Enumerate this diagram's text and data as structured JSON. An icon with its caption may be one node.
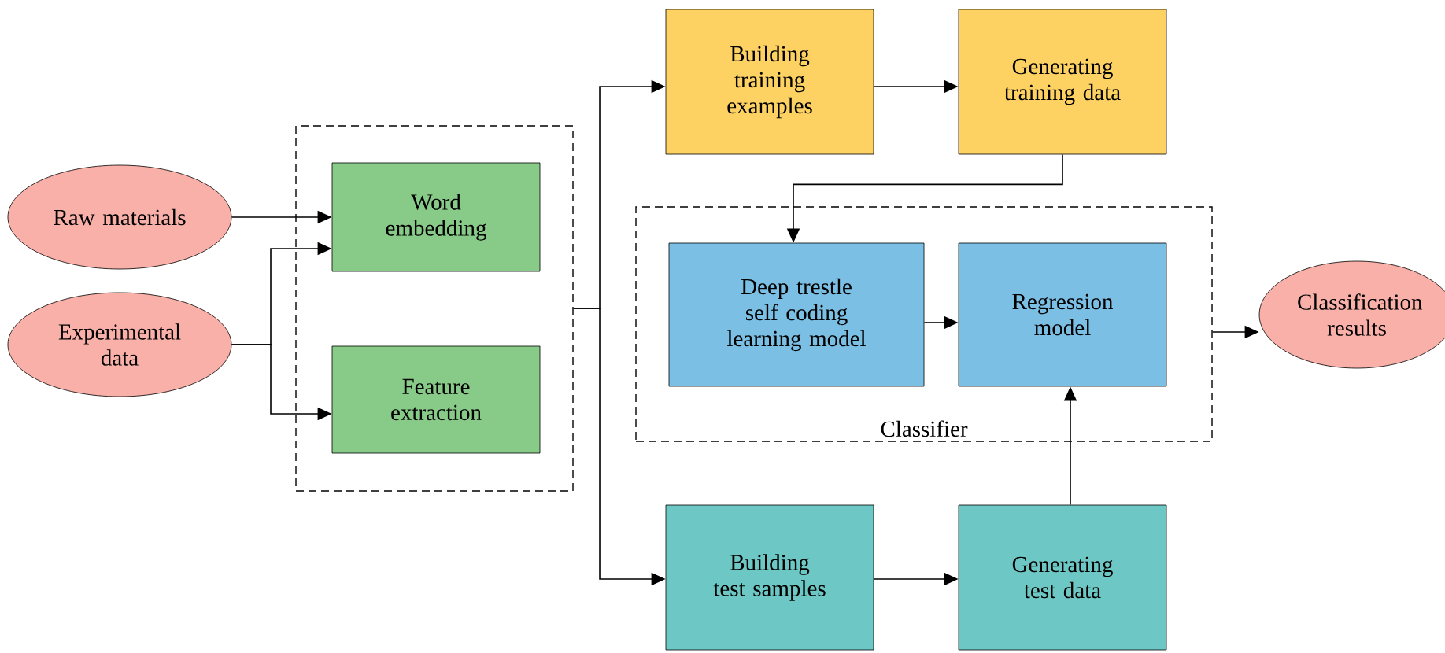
{
  "diagram": {
    "nodes": [
      {
        "text": [
          "Raw materials"
        ]
      },
      {
        "text": [
          "Experimental data"
        ]
      },
      {
        "text": [],
        "shape": "box"
      },
      {
        "text": [
          "Word embedding"
        ],
        "in": 2
      },
      {
        "text": [
          "Feature extraction"
        ],
        "in": 2
      },
      {
        "text": [
          "Building training examples"
        ]
      },
      {
        "text": [
          "Generating training data"
        ]
      },
      {
        "text": [
          "Classifier"
        ]
      },
      {
        "text": [
          "Deep trestle self coding learning model"
        ],
        "in": 7
      },
      {
        "text": [
          "Regression model"
        ],
        "in": 7
      },
      {
        "text": [
          "Classification results"
        ]
      },
      {
        "text": [
          "Building test samples"
        ]
      },
      {
        "text": [
          "Generating test data"
        ]
      }
    ],
    "edges": [
      {
        "from": 0,
        "to": 3,
        "arrow": "to"
      },
      {
        "from": 1,
        "to": 3,
        "arrow": "to"
      },
      {
        "from": 1,
        "to": 4,
        "arrow": "to"
      },
      {
        "from": 2,
        "to": 5,
        "arrow": "to"
      },
      {
        "from": 2,
        "to": 11,
        "arrow": "to"
      },
      {
        "from": 5,
        "to": 6,
        "arrow": "to"
      },
      {
        "from": 6,
        "to": 8,
        "arrow": "to"
      },
      {
        "from": 8,
        "to": 9,
        "arrow": "to"
      },
      {
        "from": 7,
        "to": 10,
        "arrow": "to"
      },
      {
        "from": 11,
        "to": 12,
        "arrow": "to"
      },
      {
        "from": 12,
        "to": 9,
        "arrow": "to"
      }
    ]
  }
}
